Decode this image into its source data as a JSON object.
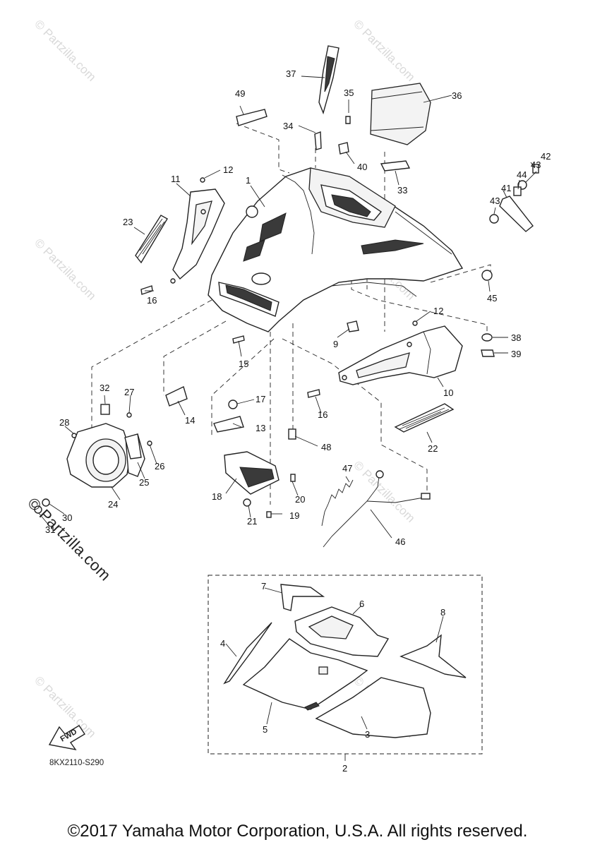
{
  "watermark": {
    "text": "© Partzilla.com"
  },
  "callouts": [
    {
      "id": "c1",
      "label": "1"
    },
    {
      "id": "c2",
      "label": "2"
    },
    {
      "id": "c3",
      "label": "3"
    },
    {
      "id": "c4",
      "label": "4"
    },
    {
      "id": "c5",
      "label": "5"
    },
    {
      "id": "c6",
      "label": "6"
    },
    {
      "id": "c7",
      "label": "7"
    },
    {
      "id": "c8",
      "label": "8"
    },
    {
      "id": "c9",
      "label": "9"
    },
    {
      "id": "c10",
      "label": "10"
    },
    {
      "id": "c11",
      "label": "11"
    },
    {
      "id": "c12a",
      "label": "12"
    },
    {
      "id": "c12b",
      "label": "12"
    },
    {
      "id": "c13",
      "label": "13"
    },
    {
      "id": "c14",
      "label": "14"
    },
    {
      "id": "c15",
      "label": "15"
    },
    {
      "id": "c16a",
      "label": "16"
    },
    {
      "id": "c16b",
      "label": "16"
    },
    {
      "id": "c17",
      "label": "17"
    },
    {
      "id": "c18",
      "label": "18"
    },
    {
      "id": "c19",
      "label": "19"
    },
    {
      "id": "c20",
      "label": "20"
    },
    {
      "id": "c21",
      "label": "21"
    },
    {
      "id": "c22",
      "label": "22"
    },
    {
      "id": "c23",
      "label": "23"
    },
    {
      "id": "c24",
      "label": "24"
    },
    {
      "id": "c25",
      "label": "25"
    },
    {
      "id": "c26",
      "label": "26"
    },
    {
      "id": "c27",
      "label": "27"
    },
    {
      "id": "c28",
      "label": "28"
    },
    {
      "id": "c30",
      "label": "30"
    },
    {
      "id": "c31",
      "label": "31"
    },
    {
      "id": "c32",
      "label": "32"
    },
    {
      "id": "c33",
      "label": "33"
    },
    {
      "id": "c34",
      "label": "34"
    },
    {
      "id": "c35",
      "label": "35"
    },
    {
      "id": "c36",
      "label": "36"
    },
    {
      "id": "c37",
      "label": "37"
    },
    {
      "id": "c38",
      "label": "38"
    },
    {
      "id": "c39",
      "label": "39"
    },
    {
      "id": "c40",
      "label": "40"
    },
    {
      "id": "c41",
      "label": "41"
    },
    {
      "id": "c42",
      "label": "42"
    },
    {
      "id": "c43a",
      "label": "43"
    },
    {
      "id": "c43b",
      "label": "43"
    },
    {
      "id": "c44",
      "label": "44"
    },
    {
      "id": "c45",
      "label": "45"
    },
    {
      "id": "c46",
      "label": "46"
    },
    {
      "id": "c47",
      "label": "47"
    },
    {
      "id": "c48",
      "label": "48"
    },
    {
      "id": "c49",
      "label": "49"
    }
  ],
  "fwd_label": "FWD",
  "diagram_code": "8KX2110-S290",
  "copyright": "©2017 Yamaha Motor Corporation, U.S.A. All rights reserved."
}
